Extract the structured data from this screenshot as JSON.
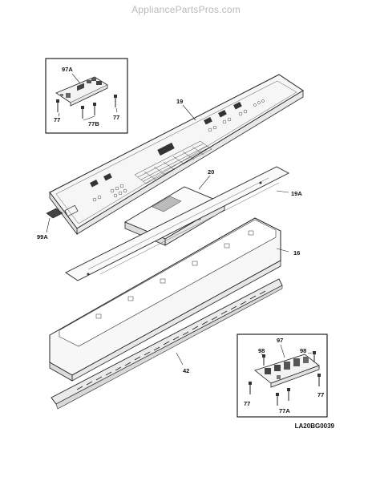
{
  "watermark": "AppliancePartsPros.com",
  "diagram_code": "LA20BG0039",
  "callouts": {
    "inset_top": [
      "97A",
      "77",
      "77B",
      "77"
    ],
    "main": [
      "19",
      "20",
      "19A",
      "99A",
      "16",
      "42"
    ],
    "inset_bottom": [
      "97",
      "98",
      "98",
      "77",
      "77",
      "77A"
    ]
  },
  "colors": {
    "line": "#222222",
    "part_fill": "#f3f3f3",
    "dark": "#333333"
  }
}
